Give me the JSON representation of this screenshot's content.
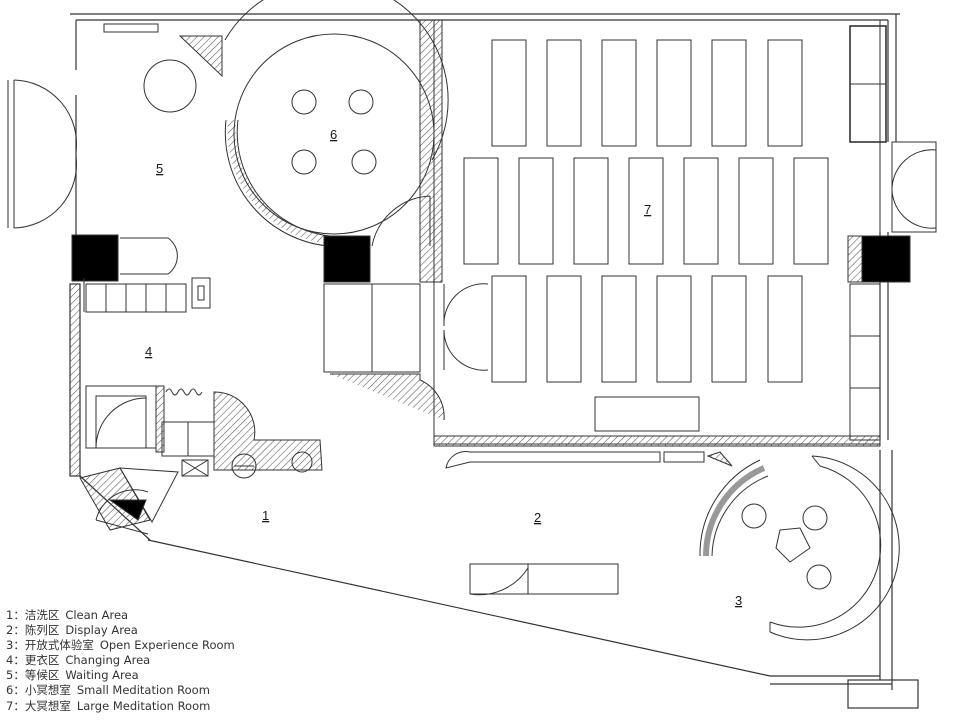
{
  "rooms": [
    {
      "number": "1"
    },
    {
      "number": "2"
    },
    {
      "number": "3"
    },
    {
      "number": "4"
    },
    {
      "number": "5"
    },
    {
      "number": "6"
    },
    {
      "number": "7"
    }
  ],
  "legend": [
    {
      "num": "1：",
      "zh": "洁洗区",
      "en": "Clean Area"
    },
    {
      "num": "2：",
      "zh": "陈列区",
      "en": "Display Area"
    },
    {
      "num": "3：",
      "zh": "开放式体验室",
      "en": "Open Experience Room"
    },
    {
      "num": "4：",
      "zh": "更衣区",
      "en": "Changing Area"
    },
    {
      "num": "5：",
      "zh": "等候区",
      "en": "Waiting Area"
    },
    {
      "num": "6：",
      "zh": "小冥想室",
      "en": "Small Meditation Room"
    },
    {
      "num": "7：",
      "zh": "大冥想室",
      "en": "Large Meditation Room"
    }
  ],
  "colors": {
    "line": "#333333",
    "solid": "#000000",
    "hatch": "#555555"
  }
}
